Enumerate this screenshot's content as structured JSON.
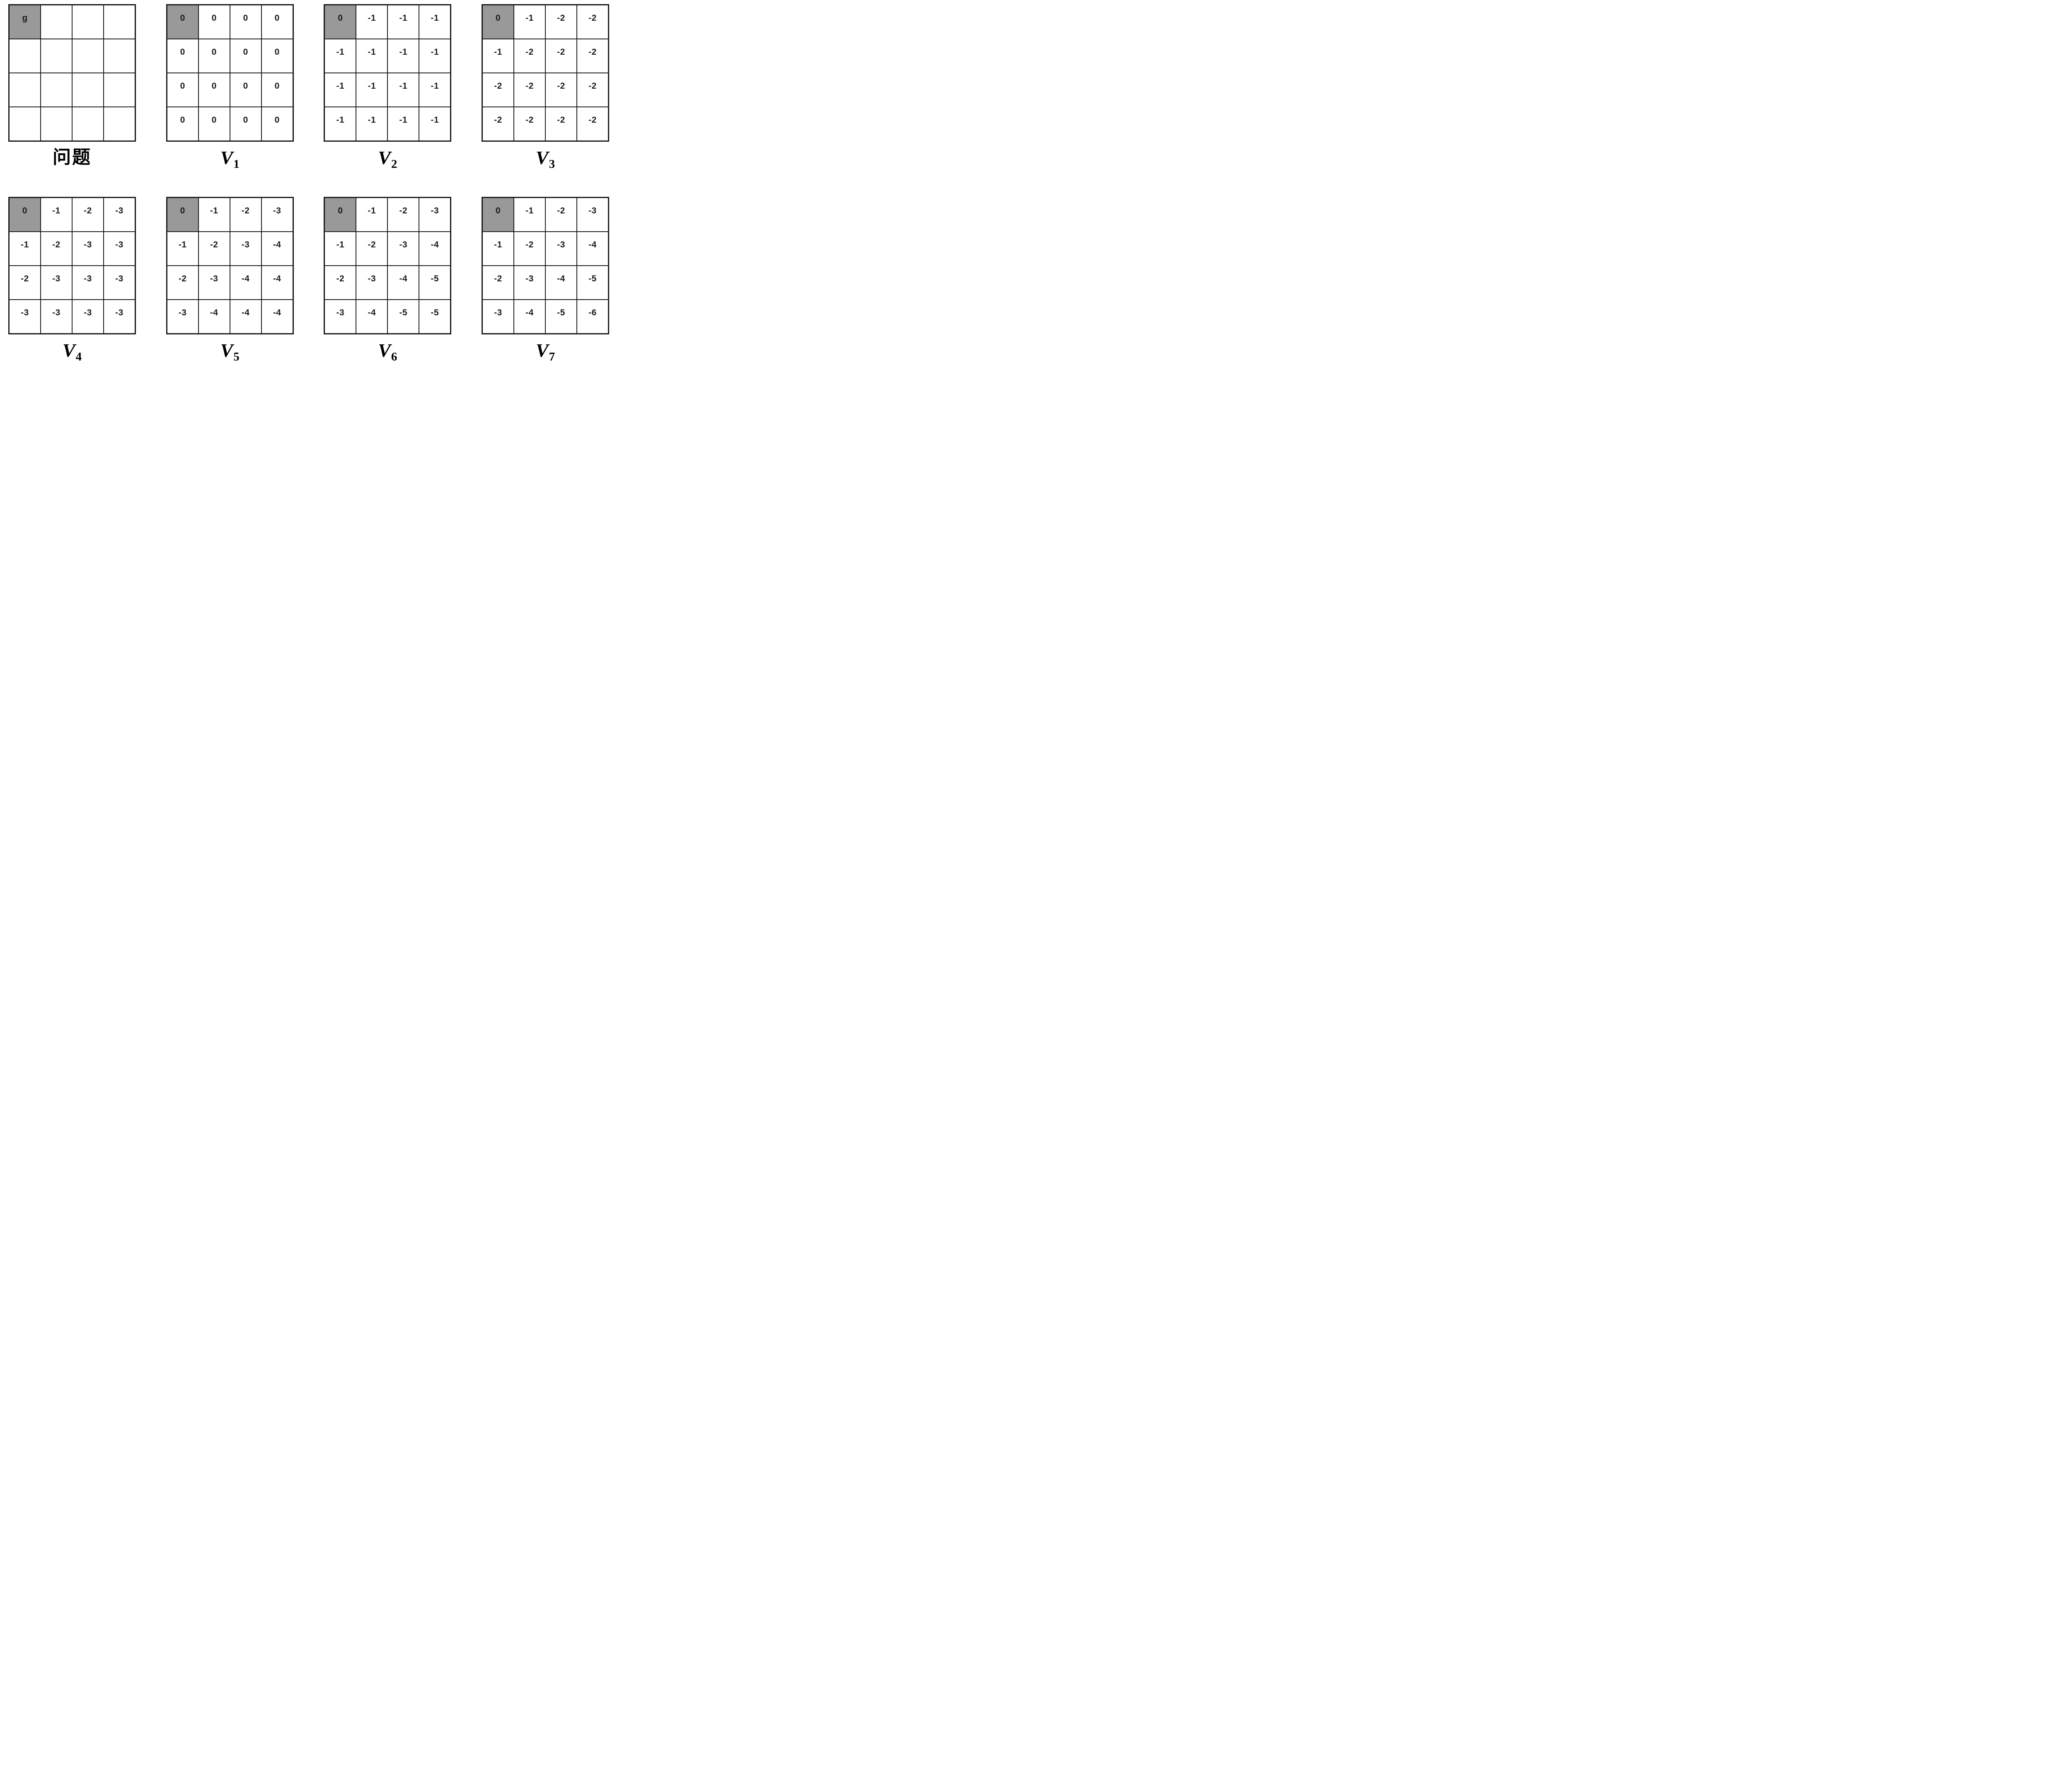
{
  "colors": {
    "goal_cell_bg": "#999999",
    "grid_line": "#1a1a1a",
    "text": "#1a1a1a",
    "background": "#ffffff"
  },
  "figures": [
    {
      "id": "problem",
      "label": "问题",
      "goal_marker": "g",
      "cells": [
        [
          "g",
          "",
          "",
          ""
        ],
        [
          "",
          "",
          "",
          ""
        ],
        [
          "",
          "",
          "",
          ""
        ],
        [
          "",
          "",
          "",
          ""
        ]
      ]
    },
    {
      "id": "V1",
      "label_base": "V",
      "label_sub": "1",
      "cells": [
        [
          "0",
          "0",
          "0",
          "0"
        ],
        [
          "0",
          "0",
          "0",
          "0"
        ],
        [
          "0",
          "0",
          "0",
          "0"
        ],
        [
          "0",
          "0",
          "0",
          "0"
        ]
      ]
    },
    {
      "id": "V2",
      "label_base": "V",
      "label_sub": "2",
      "cells": [
        [
          "0",
          "-1",
          "-1",
          "-1"
        ],
        [
          "-1",
          "-1",
          "-1",
          "-1"
        ],
        [
          "-1",
          "-1",
          "-1",
          "-1"
        ],
        [
          "-1",
          "-1",
          "-1",
          "-1"
        ]
      ]
    },
    {
      "id": "V3",
      "label_base": "V",
      "label_sub": "3",
      "cells": [
        [
          "0",
          "-1",
          "-2",
          "-2"
        ],
        [
          "-1",
          "-2",
          "-2",
          "-2"
        ],
        [
          "-2",
          "-2",
          "-2",
          "-2"
        ],
        [
          "-2",
          "-2",
          "-2",
          "-2"
        ]
      ]
    },
    {
      "id": "V4",
      "label_base": "V",
      "label_sub": "4",
      "cells": [
        [
          "0",
          "-1",
          "-2",
          "-3"
        ],
        [
          "-1",
          "-2",
          "-3",
          "-3"
        ],
        [
          "-2",
          "-3",
          "-3",
          "-3"
        ],
        [
          "-3",
          "-3",
          "-3",
          "-3"
        ]
      ]
    },
    {
      "id": "V5",
      "label_base": "V",
      "label_sub": "5",
      "cells": [
        [
          "0",
          "-1",
          "-2",
          "-3"
        ],
        [
          "-1",
          "-2",
          "-3",
          "-4"
        ],
        [
          "-2",
          "-3",
          "-4",
          "-4"
        ],
        [
          "-3",
          "-4",
          "-4",
          "-4"
        ]
      ]
    },
    {
      "id": "V6",
      "label_base": "V",
      "label_sub": "6",
      "cells": [
        [
          "0",
          "-1",
          "-2",
          "-3"
        ],
        [
          "-1",
          "-2",
          "-3",
          "-4"
        ],
        [
          "-2",
          "-3",
          "-4",
          "-5"
        ],
        [
          "-3",
          "-4",
          "-5",
          "-5"
        ]
      ]
    },
    {
      "id": "V7",
      "label_base": "V",
      "label_sub": "7",
      "cells": [
        [
          "0",
          "-1",
          "-2",
          "-3"
        ],
        [
          "-1",
          "-2",
          "-3",
          "-4"
        ],
        [
          "-2",
          "-3",
          "-4",
          "-5"
        ],
        [
          "-3",
          "-4",
          "-5",
          "-6"
        ]
      ]
    }
  ]
}
